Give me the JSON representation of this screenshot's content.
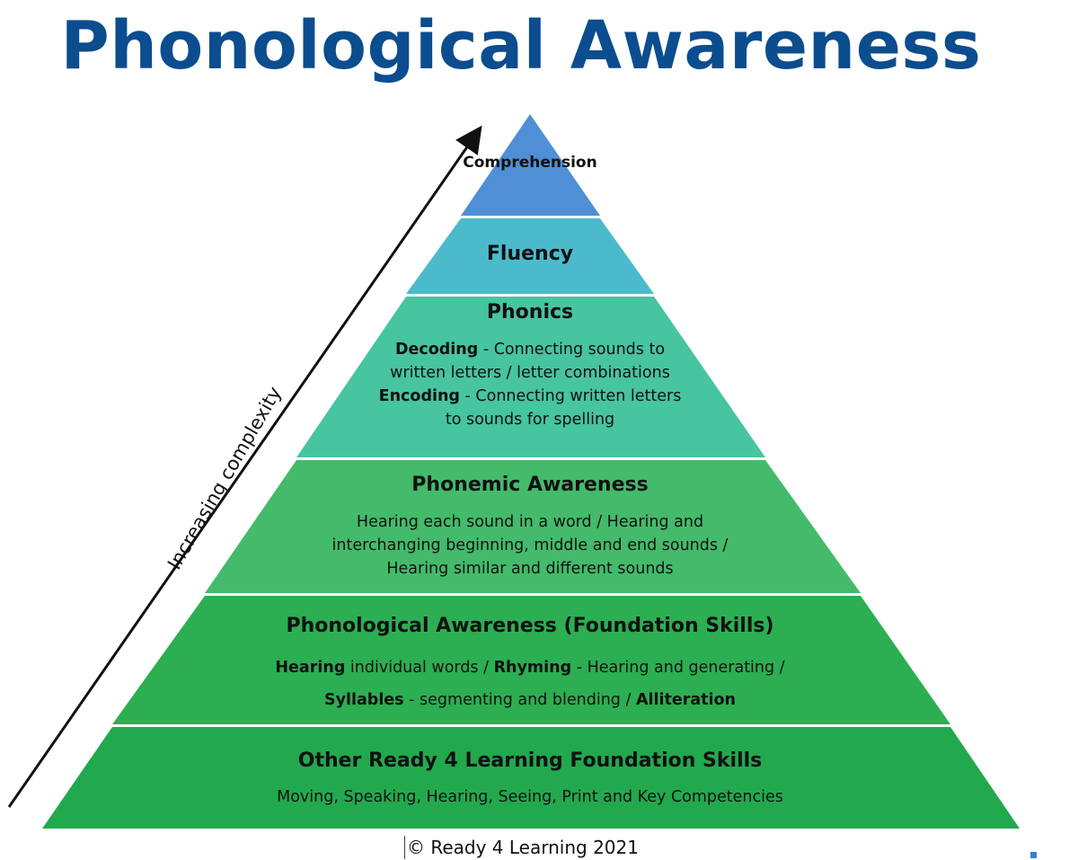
{
  "title": "Phonological Awareness",
  "arrow_label": "Increasing complexity",
  "copyright": "© Ready 4 Learning 2021",
  "colors": {
    "title": "#0b4d8f",
    "tier_comprehension": "#4f8fd6",
    "tier_fluency": "#4bbbcc",
    "tier_phonics": "#47c4a0",
    "tier_phonemic": "#43bb6a",
    "tier_phonological": "#2cae52",
    "tier_foundation": "#22a94d"
  },
  "tiers": {
    "comprehension": {
      "heading": "Comprehension"
    },
    "fluency": {
      "heading": "Fluency"
    },
    "phonics": {
      "heading": "Phonics",
      "decoding_term": "Decoding",
      "decoding_text": " - Connecting sounds to written letters / letter combinations",
      "encoding_term": "Encoding",
      "encoding_text": " - Connecting written letters to sounds for spelling"
    },
    "phonemic": {
      "heading": "Phonemic Awareness",
      "text": "Hearing each sound in a word / Hearing and interchanging beginning, middle and end sounds / Hearing similar and different sounds"
    },
    "phonological": {
      "heading": "Phonological Awareness (Foundation Skills)",
      "hearing_term": "Hearing",
      "hearing_text": " individual words / ",
      "rhyming_term": "Rhyming",
      "rhyming_text": " - Hearing and generating / ",
      "syllables_term": "Syllables",
      "syllables_text": " - segmenting and blending / ",
      "alliteration_term": "Alliteration"
    },
    "foundation": {
      "heading": "Other Ready 4 Learning Foundation Skills",
      "text": "Moving, Speaking, Hearing, Seeing, Print and Key Competencies"
    }
  }
}
